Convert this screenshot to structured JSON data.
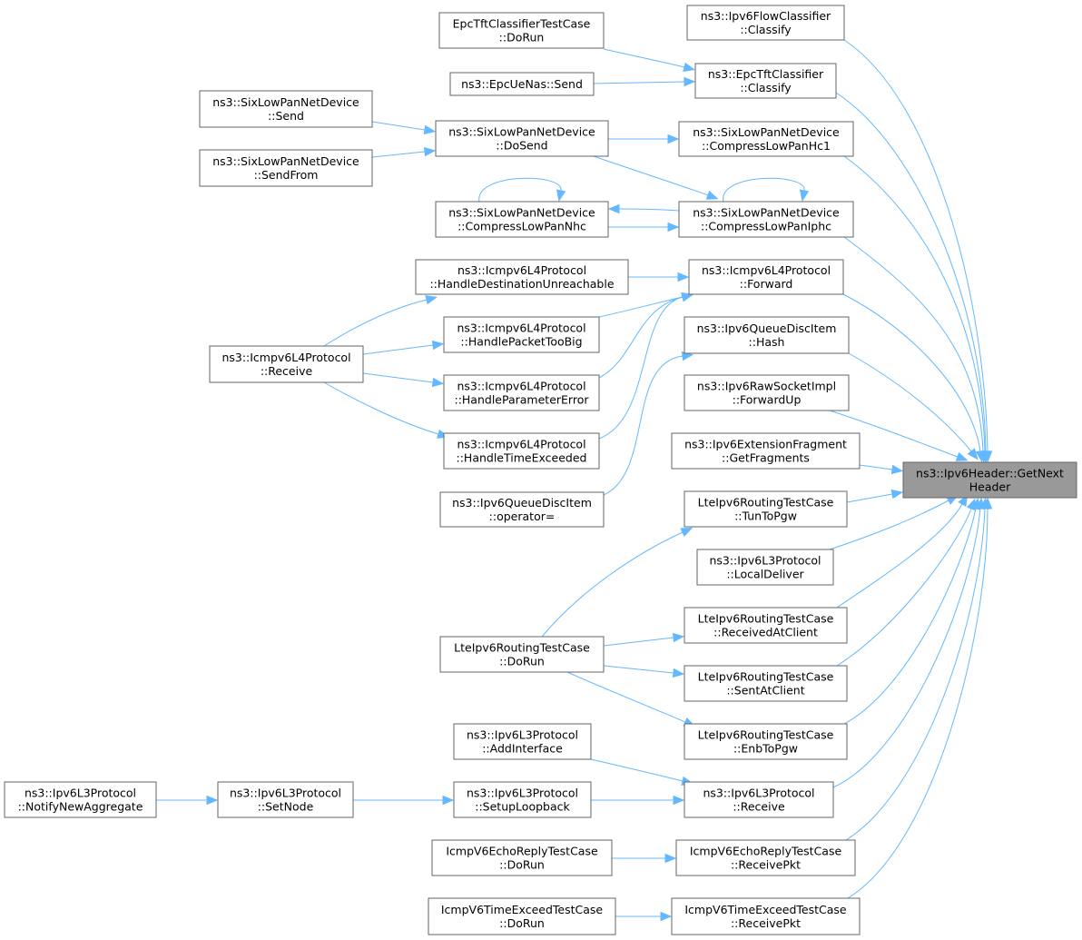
{
  "diagram": {
    "type": "call-graph",
    "edge_color": "#63b8ff",
    "root_fill": "#999999",
    "node_border": "#666666",
    "nodes": [
      {
        "id": "root",
        "lines": [
          "ns3::Ipv6Header::GetNext",
          "Header"
        ],
        "highlight": true
      },
      {
        "id": "ipv6flow_classify",
        "lines": [
          "ns3::Ipv6FlowClassifier",
          "::Classify"
        ]
      },
      {
        "id": "epctft_classify",
        "lines": [
          "ns3::EpcTftClassifier",
          "::Classify"
        ]
      },
      {
        "id": "epctfttest_dorun",
        "lines": [
          "EpcTftClassifierTestCase",
          "::DoRun"
        ]
      },
      {
        "id": "epcuenas_send",
        "lines": [
          "ns3::EpcUeNas::Send"
        ]
      },
      {
        "id": "sixlow_compresshc1",
        "lines": [
          "ns3::SixLowPanNetDevice",
          "::CompressLowPanHc1"
        ]
      },
      {
        "id": "sixlow_dosend",
        "lines": [
          "ns3::SixLowPanNetDevice",
          "::DoSend"
        ]
      },
      {
        "id": "sixlow_send",
        "lines": [
          "ns3::SixLowPanNetDevice",
          "::Send"
        ]
      },
      {
        "id": "sixlow_sendfrom",
        "lines": [
          "ns3::SixLowPanNetDevice",
          "::SendFrom"
        ]
      },
      {
        "id": "sixlow_compressiphc",
        "lines": [
          "ns3::SixLowPanNetDevice",
          "::CompressLowPanIphc"
        ]
      },
      {
        "id": "sixlow_compressnhc",
        "lines": [
          "ns3::SixLowPanNetDevice",
          "::CompressLowPanNhc"
        ]
      },
      {
        "id": "icmp_forward",
        "lines": [
          "ns3::Icmpv6L4Protocol",
          "::Forward"
        ]
      },
      {
        "id": "icmp_handledest",
        "lines": [
          "ns3::Icmpv6L4Protocol",
          "::HandleDestinationUnreachable"
        ]
      },
      {
        "id": "icmp_handletoobig",
        "lines": [
          "ns3::Icmpv6L4Protocol",
          "::HandlePacketTooBig"
        ]
      },
      {
        "id": "icmp_handleparam",
        "lines": [
          "ns3::Icmpv6L4Protocol",
          "::HandleParameterError"
        ]
      },
      {
        "id": "icmp_handletime",
        "lines": [
          "ns3::Icmpv6L4Protocol",
          "::HandleTimeExceeded"
        ]
      },
      {
        "id": "icmp_receive",
        "lines": [
          "ns3::Icmpv6L4Protocol",
          "::Receive"
        ]
      },
      {
        "id": "qdisc_hash",
        "lines": [
          "ns3::Ipv6QueueDiscItem",
          "::Hash"
        ]
      },
      {
        "id": "qdisc_operator",
        "lines": [
          "ns3::Ipv6QueueDiscItem",
          "::operator="
        ]
      },
      {
        "id": "rawsocket_forwardup",
        "lines": [
          "ns3::Ipv6RawSocketImpl",
          "::ForwardUp"
        ]
      },
      {
        "id": "extfrag_getfragments",
        "lines": [
          "ns3::Ipv6ExtensionFragment",
          "::GetFragments"
        ]
      },
      {
        "id": "lte_tuntopgw",
        "lines": [
          "LteIpv6RoutingTestCase",
          "::TunToPgw"
        ]
      },
      {
        "id": "ipv6l3_localdeliver",
        "lines": [
          "ns3::Ipv6L3Protocol",
          "::LocalDeliver"
        ]
      },
      {
        "id": "lte_receivedatclient",
        "lines": [
          "LteIpv6RoutingTestCase",
          "::ReceivedAtClient"
        ]
      },
      {
        "id": "lte_dorun",
        "lines": [
          "LteIpv6RoutingTestCase",
          "::DoRun"
        ]
      },
      {
        "id": "lte_sentatclient",
        "lines": [
          "LteIpv6RoutingTestCase",
          "::SentAtClient"
        ]
      },
      {
        "id": "lte_enbtopgw",
        "lines": [
          "LteIpv6RoutingTestCase",
          "::EnbToPgw"
        ]
      },
      {
        "id": "ipv6l3_addinterface",
        "lines": [
          "ns3::Ipv6L3Protocol",
          "::AddInterface"
        ]
      },
      {
        "id": "ipv6l3_receive",
        "lines": [
          "ns3::Ipv6L3Protocol",
          "::Receive"
        ]
      },
      {
        "id": "ipv6l3_setuploopback",
        "lines": [
          "ns3::Ipv6L3Protocol",
          "::SetupLoopback"
        ]
      },
      {
        "id": "ipv6l3_setnode",
        "lines": [
          "ns3::Ipv6L3Protocol",
          "::SetNode"
        ]
      },
      {
        "id": "ipv6l3_notifynewagg",
        "lines": [
          "ns3::Ipv6L3Protocol",
          "::NotifyNewAggregate"
        ]
      },
      {
        "id": "echoreply_receivepkt",
        "lines": [
          "IcmpV6EchoReplyTestCase",
          "::ReceivePkt"
        ]
      },
      {
        "id": "echoreply_dorun",
        "lines": [
          "IcmpV6EchoReplyTestCase",
          "::DoRun"
        ]
      },
      {
        "id": "timeexceed_receivepkt",
        "lines": [
          "IcmpV6TimeExceedTestCase",
          "::ReceivePkt"
        ]
      },
      {
        "id": "timeexceed_dorun",
        "lines": [
          "IcmpV6TimeExceedTestCase",
          "::DoRun"
        ]
      }
    ],
    "edges": [
      {
        "from": "ipv6flow_classify",
        "to": "root"
      },
      {
        "from": "epctft_classify",
        "to": "root"
      },
      {
        "from": "epctfttest_dorun",
        "to": "epctft_classify"
      },
      {
        "from": "epcuenas_send",
        "to": "epctft_classify"
      },
      {
        "from": "sixlow_compresshc1",
        "to": "root"
      },
      {
        "from": "sixlow_dosend",
        "to": "sixlow_compresshc1"
      },
      {
        "from": "sixlow_dosend",
        "to": "sixlow_compressiphc"
      },
      {
        "from": "sixlow_send",
        "to": "sixlow_dosend"
      },
      {
        "from": "sixlow_sendfrom",
        "to": "sixlow_dosend"
      },
      {
        "from": "sixlow_compressiphc",
        "to": "root"
      },
      {
        "from": "sixlow_compressiphc",
        "to": "sixlow_compressiphc"
      },
      {
        "from": "sixlow_compressiphc",
        "to": "sixlow_compressnhc"
      },
      {
        "from": "sixlow_compressnhc",
        "to": "sixlow_compressiphc"
      },
      {
        "from": "sixlow_compressnhc",
        "to": "sixlow_compressnhc"
      },
      {
        "from": "icmp_forward",
        "to": "root"
      },
      {
        "from": "icmp_handledest",
        "to": "icmp_forward"
      },
      {
        "from": "icmp_handletoobig",
        "to": "icmp_forward"
      },
      {
        "from": "icmp_handleparam",
        "to": "icmp_forward"
      },
      {
        "from": "icmp_handletime",
        "to": "icmp_forward"
      },
      {
        "from": "icmp_receive",
        "to": "icmp_handledest"
      },
      {
        "from": "icmp_receive",
        "to": "icmp_handletoobig"
      },
      {
        "from": "icmp_receive",
        "to": "icmp_handleparam"
      },
      {
        "from": "icmp_receive",
        "to": "icmp_handletime"
      },
      {
        "from": "qdisc_hash",
        "to": "root"
      },
      {
        "from": "qdisc_operator",
        "to": "qdisc_hash"
      },
      {
        "from": "rawsocket_forwardup",
        "to": "root"
      },
      {
        "from": "extfrag_getfragments",
        "to": "root"
      },
      {
        "from": "lte_tuntopgw",
        "to": "root"
      },
      {
        "from": "lte_dorun",
        "to": "lte_tuntopgw"
      },
      {
        "from": "ipv6l3_localdeliver",
        "to": "root"
      },
      {
        "from": "lte_receivedatclient",
        "to": "root"
      },
      {
        "from": "lte_dorun",
        "to": "lte_receivedatclient"
      },
      {
        "from": "lte_sentatclient",
        "to": "root"
      },
      {
        "from": "lte_dorun",
        "to": "lte_sentatclient"
      },
      {
        "from": "lte_enbtopgw",
        "to": "root"
      },
      {
        "from": "lte_dorun",
        "to": "lte_enbtopgw"
      },
      {
        "from": "ipv6l3_receive",
        "to": "root"
      },
      {
        "from": "ipv6l3_addinterface",
        "to": "ipv6l3_receive"
      },
      {
        "from": "ipv6l3_setuploopback",
        "to": "ipv6l3_receive"
      },
      {
        "from": "ipv6l3_setnode",
        "to": "ipv6l3_setuploopback"
      },
      {
        "from": "ipv6l3_notifynewagg",
        "to": "ipv6l3_setnode"
      },
      {
        "from": "echoreply_receivepkt",
        "to": "root"
      },
      {
        "from": "echoreply_dorun",
        "to": "echoreply_receivepkt"
      },
      {
        "from": "timeexceed_receivepkt",
        "to": "root"
      },
      {
        "from": "timeexceed_dorun",
        "to": "timeexceed_receivepkt"
      }
    ]
  }
}
